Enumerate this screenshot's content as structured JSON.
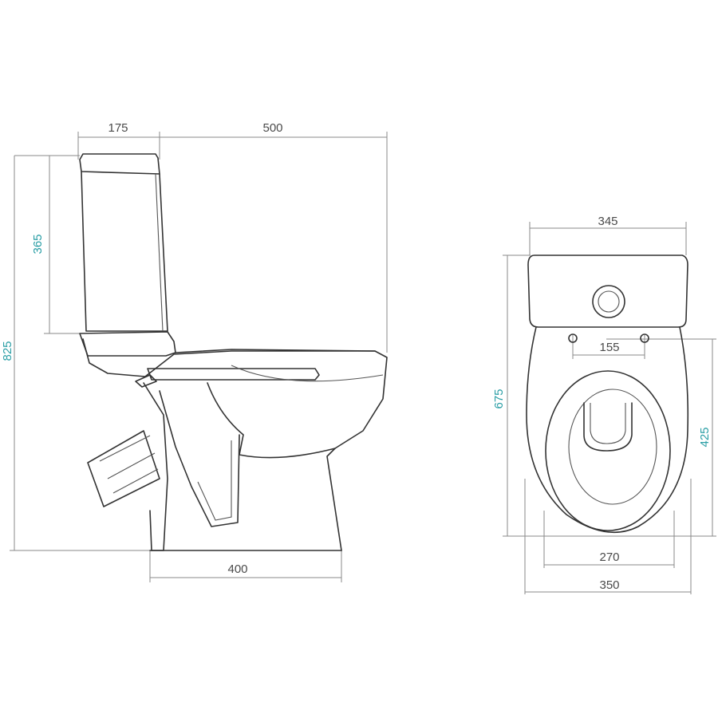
{
  "diagram": {
    "colors": {
      "outline": "#333333",
      "dimension_line": "#8a8a8a",
      "label_dark": "#4a4a4a",
      "label_teal": "#2a9ea5"
    },
    "side_view": {
      "dim_tank_depth": "175",
      "dim_total_depth": "500",
      "dim_tank_height": "365",
      "dim_total_height": "825",
      "dim_base_width": "400"
    },
    "top_view": {
      "dim_tank_width": "345",
      "dim_mount_holes": "155",
      "dim_total_length": "675",
      "dim_bowl_length": "425",
      "dim_base_inner": "270",
      "dim_base_outer": "350"
    }
  }
}
